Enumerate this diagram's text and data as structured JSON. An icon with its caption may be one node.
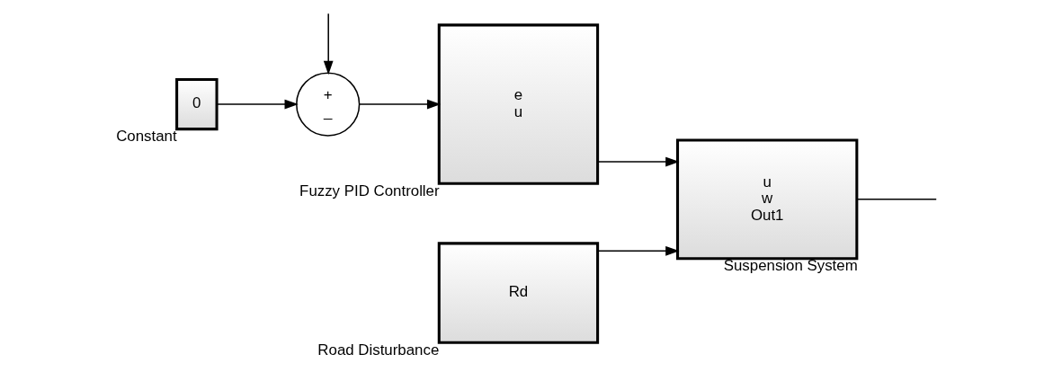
{
  "diagram": {
    "nodes": [
      {
        "text": [
          "0"
        ],
        "beside": [
          "Constant"
        ]
      },
      {
        "text": [
          "+",
          "_"
        ]
      },
      {
        "text": [
          "e",
          "u"
        ],
        "beside": [
          "Fuzzy PID Controller"
        ]
      },
      {
        "text": [
          "Rd"
        ],
        "beside": [
          "Road Disturbance"
        ]
      },
      {
        "text": [
          "u",
          "w",
          "Out1"
        ],
        "beside": [
          "Suspension System"
        ]
      }
    ],
    "edges": [
      {
        "from": 0,
        "to": 1,
        "arrow": "to"
      },
      {
        "from": 1,
        "to": 2,
        "arrow": "to"
      },
      {
        "from": 2,
        "to": 4,
        "arrow": "to"
      },
      {
        "from": 3,
        "to": 4,
        "arrow": "to"
      },
      {
        "from": 4,
        "to": null,
        "arrow": "none"
      },
      {
        "from": null,
        "to": 1,
        "arrow": "to"
      }
    ]
  }
}
